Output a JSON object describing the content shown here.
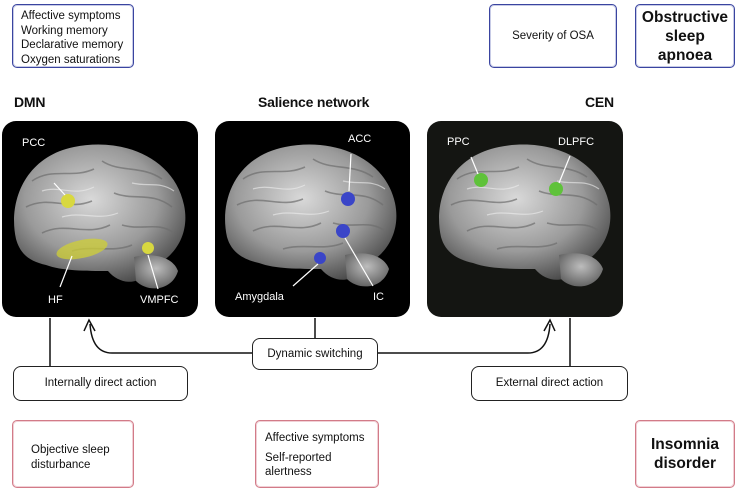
{
  "osa_box": {
    "lines": [
      "Affective symptoms",
      "Working memory",
      "Declarative memory",
      "Oxygen saturations"
    ]
  },
  "severity_box": {
    "text": "Severity of OSA"
  },
  "osa_label": {
    "lines": [
      "Obstructive",
      "sleep",
      "apnoea"
    ]
  },
  "networks": {
    "dmn": {
      "title": "DMN",
      "labels": [
        "PCC",
        "HF",
        "VMPFC"
      ]
    },
    "salience": {
      "title": "Salience network",
      "labels": [
        "ACC",
        "Amygdala",
        "IC"
      ]
    },
    "cen": {
      "title": "CEN",
      "labels": [
        "PPC",
        "DLPFC"
      ]
    }
  },
  "dynamic_switching": "Dynamic switching",
  "internal_action": "Internally direct action",
  "external_action": "External direct action",
  "insomnia_boxes": {
    "objective": {
      "lines": [
        "Objective sleep",
        "disturbance"
      ]
    },
    "affective": {
      "lines": [
        "Affective symptoms",
        "Self-reported",
        "alertness"
      ]
    }
  },
  "insomnia_label": {
    "lines": [
      "Insomnia",
      "disorder"
    ]
  },
  "colors": {
    "osa_border": "#3a44a0",
    "insomnia_border": "#d27b88",
    "dmn_node": "#d8d840",
    "salience_node": "#3a45c8",
    "cen_node": "#5fc23a"
  }
}
